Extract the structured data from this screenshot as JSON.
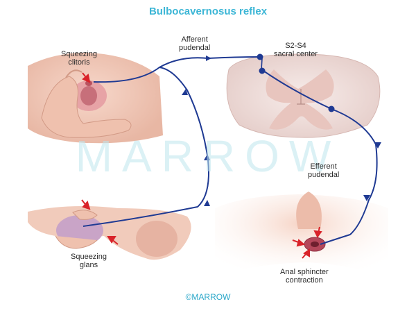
{
  "title": "Bulbocavernosus reflex",
  "watermark": "MARROW",
  "footer": "©MARROW",
  "labels": {
    "squeezing_clitoris_1": "Squeezing",
    "squeezing_clitoris_2": "clitoris",
    "afferent_1": "Afferent",
    "afferent_2": "pudendal",
    "sacral_1": "S2-S4",
    "sacral_2": "sacral center",
    "efferent_1": "Efferent",
    "efferent_2": "pudendal",
    "squeezing_glans_1": "Squeezing",
    "squeezing_glans_2": "glans",
    "anal_1": "Anal sphincter",
    "anal_2": "contraction"
  },
  "colors": {
    "title": "#3cb6d6",
    "nerve": "#1f3a93",
    "arrow": "#d9232a",
    "skin": "#f2c8b8",
    "spinal_cord": "#f4e6e3",
    "gray_matter": "#e9c7c0"
  }
}
